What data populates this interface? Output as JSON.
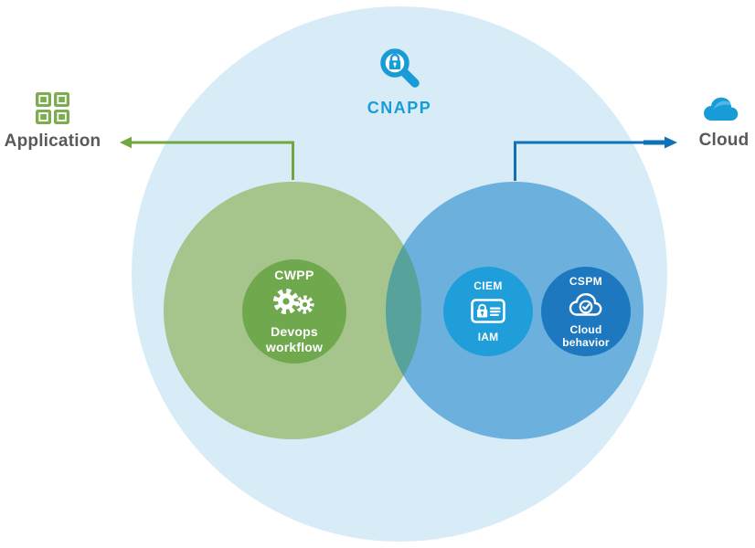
{
  "title": {
    "label": "CNAPP"
  },
  "endpoints": {
    "application": {
      "label": "Application"
    },
    "cloud": {
      "label": "Cloud"
    }
  },
  "regions": {
    "cwpp": {
      "label": "CWPP",
      "sublabel": "Devops workflow"
    },
    "ciem": {
      "label": "CIEM",
      "sublabel": "IAM"
    },
    "cspm": {
      "label": "CSPM",
      "sublabel": "Cloud behavior"
    }
  },
  "icons": {
    "cnapp": "magnifier-lock",
    "application": "app-grid",
    "cloud": "cloud",
    "cwpp": "double-gears",
    "ciem": "id-card-lock",
    "cspm": "cloud-check"
  },
  "colors": {
    "outer_circle": "#d8ecf7",
    "application_circle": "#a6c58c",
    "cloud_circle": "#6cb1de",
    "overlap": "#57a29a",
    "cwpp_circle": "#70a84e",
    "ciem_circle": "#1f9ed9",
    "cspm_circle": "#1d78bf",
    "accent_blue": "#189cd8",
    "accent_green": "#7eac50",
    "arrow_green": "#70a741",
    "arrow_blue": "#0d72b7",
    "label_text": "#58595b"
  }
}
